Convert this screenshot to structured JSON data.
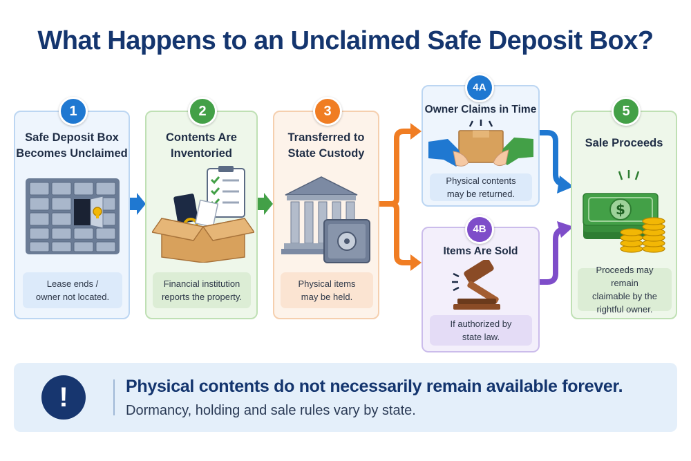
{
  "title": "What Happens to an Unclaimed Safe Deposit Box?",
  "colors": {
    "navy": "#14356e",
    "blue": "#1f78d1",
    "green": "#43a047",
    "orange": "#f07d23",
    "purple": "#7e4dc9"
  },
  "steps": [
    {
      "badge": "1",
      "title_line1": "Safe Deposit Box",
      "title_line2": "Becomes Unclaimed",
      "note_line1": "Lease ends /",
      "note_line2": "owner not located.",
      "icon": "bank-vault-lockers-icon"
    },
    {
      "badge": "2",
      "title_line1": "Contents Are",
      "title_line2": "Inventoried",
      "note_line1": "Financial institution",
      "note_line2": "reports the property.",
      "icon": "box-clipboard-icon"
    },
    {
      "badge": "3",
      "title_line1": "Transferred to",
      "title_line2": "State Custody",
      "note_line1": "Physical items",
      "note_line2": "may be held.",
      "icon": "state-building-safe-icon"
    },
    {
      "badge": "4A",
      "title_line1": "Owner Claims in Time",
      "note_line1": "Physical contents",
      "note_line2": "may be returned.",
      "icon": "hands-box-icon"
    },
    {
      "badge": "4B",
      "title_line1": "Items Are Sold",
      "note_line1": "If authorized by",
      "note_line2": "state law.",
      "icon": "gavel-icon"
    },
    {
      "badge": "5",
      "title_line1": "Sale Proceeds",
      "note_line1": "Proceeds may remain",
      "note_line2": "claimable by the",
      "note_line3": "rightful owner.",
      "icon": "money-coins-icon"
    }
  ],
  "banner": {
    "icon": "exclamation-icon",
    "symbol": "!",
    "headline": "Physical contents do not necessarily remain available forever.",
    "subtext": "Dormancy, holding and sale rules vary by state."
  }
}
